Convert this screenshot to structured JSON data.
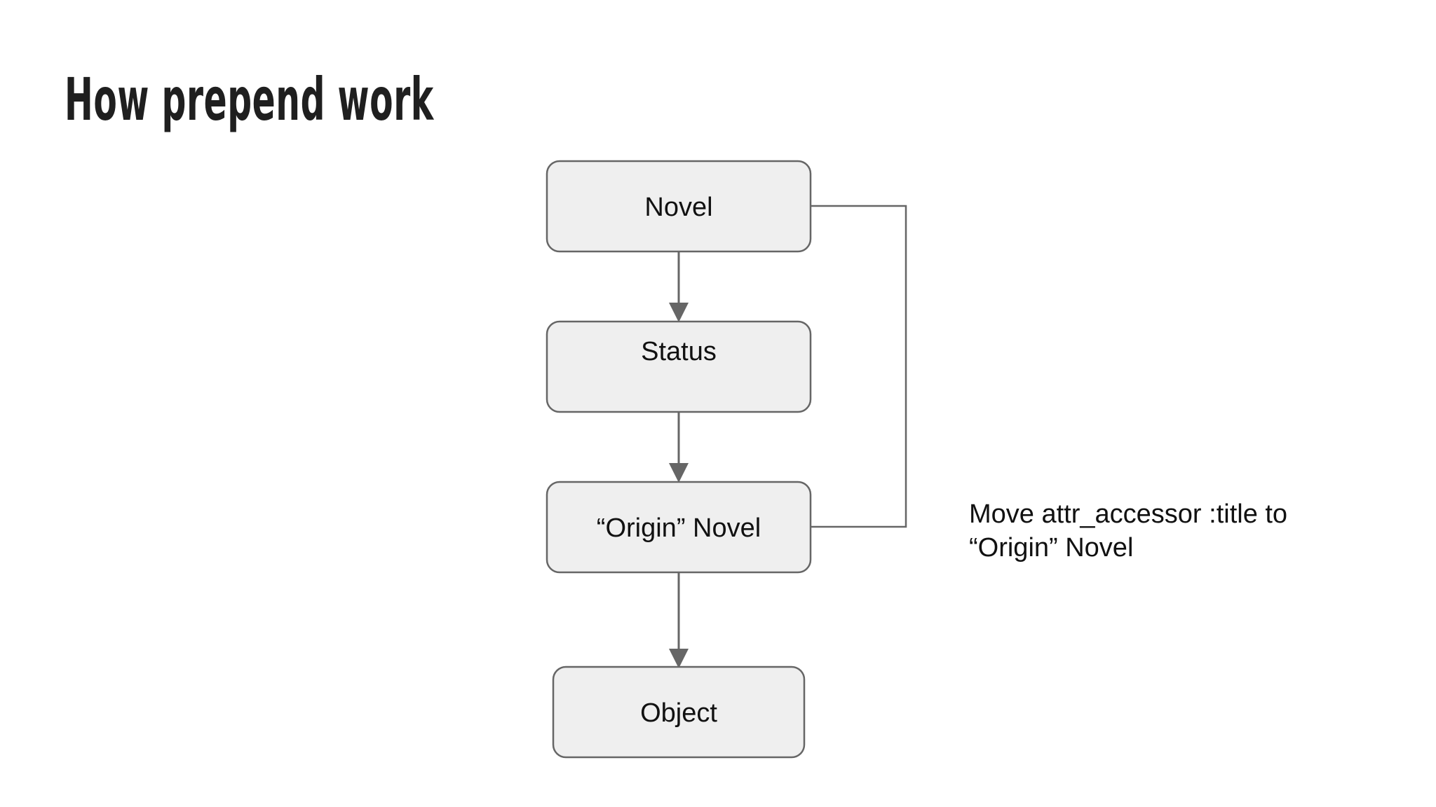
{
  "slide": {
    "title": "How prepend work"
  },
  "diagram": {
    "nodes": [
      {
        "id": "novel",
        "label": "Novel"
      },
      {
        "id": "status",
        "label": "Status"
      },
      {
        "id": "origin-novel",
        "label": "“Origin” Novel"
      },
      {
        "id": "object",
        "label": "Object"
      }
    ],
    "annotation": {
      "line1": "Move attr_accessor :title to",
      "line2": "“Origin” Novel"
    }
  },
  "colors": {
    "node_fill": "#efefef",
    "node_stroke": "#666666",
    "connector": "#666666",
    "text": "#111111"
  }
}
